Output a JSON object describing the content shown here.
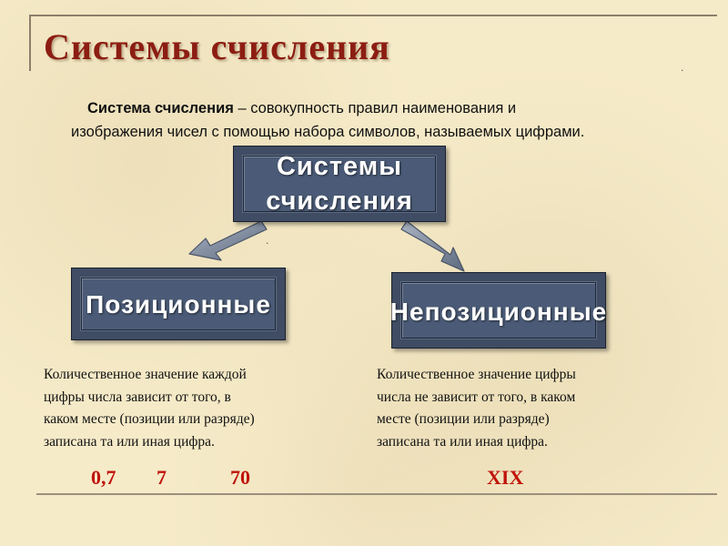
{
  "title": "Системы счисления",
  "definition": {
    "term": "Система счисления",
    "text_line1": " – совокупность правил наименования и",
    "text_line2": "изображения чисел с помощью  набора символов, называемых цифрами."
  },
  "nodes": {
    "root": {
      "line1": "Системы",
      "line2": "счисления"
    },
    "positional": {
      "label": "Позиционные"
    },
    "non_positional": {
      "label": "Непозиционные"
    }
  },
  "descriptions": {
    "positional": [
      "Количественное значение каждой",
      "цифры числа зависит от того, в",
      "каком месте (позиции или разряде)",
      "записана та или иная цифра."
    ],
    "non_positional": [
      "Количественное значение цифры",
      "числа не зависит от того, в каком",
      "месте (позиции или разряде)",
      "записана та или иная цифра."
    ]
  },
  "examples": {
    "positional": [
      "0,7",
      "7",
      "70"
    ],
    "non_positional": [
      "XIX"
    ]
  },
  "colors": {
    "background": "#f6ebc9",
    "title": "#8c1d12",
    "box": "#3f4c63",
    "box_inner": "#4b5b77",
    "arrow": "#7f8a9e",
    "example": "#c0140c"
  }
}
